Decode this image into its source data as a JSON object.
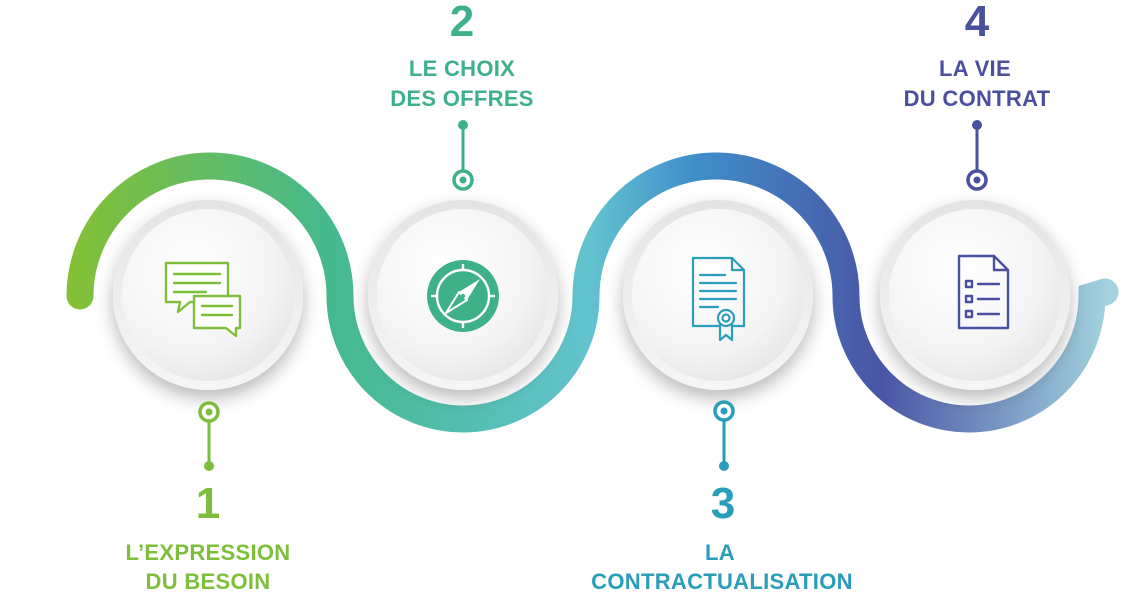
{
  "steps": [
    {
      "number": "1",
      "label_line1": "L’EXPRESSION",
      "label_line2": "DU BESOIN",
      "icon": "chat-bubbles-icon",
      "color": "#7dbf3c"
    },
    {
      "number": "2",
      "label_line1": "LE CHOIX",
      "label_line2": "DES OFFRES",
      "icon": "compass-icon",
      "color": "#3fb189"
    },
    {
      "number": "3",
      "label_line1": "LA",
      "label_line2": "CONTRACTUALISATION",
      "icon": "certificate-document-icon",
      "color": "#2a9dbb"
    },
    {
      "number": "4",
      "label_line1": "LA VIE",
      "label_line2": "DU CONTRAT",
      "icon": "checklist-document-icon",
      "color": "#4a4f9e"
    }
  ],
  "path_colors": {
    "start": "#84c035",
    "green": "#45b98e",
    "teal": "#63c3cf",
    "blue": "#3f8fca",
    "indigo": "#4a55a5",
    "end": "#a3d4de"
  }
}
